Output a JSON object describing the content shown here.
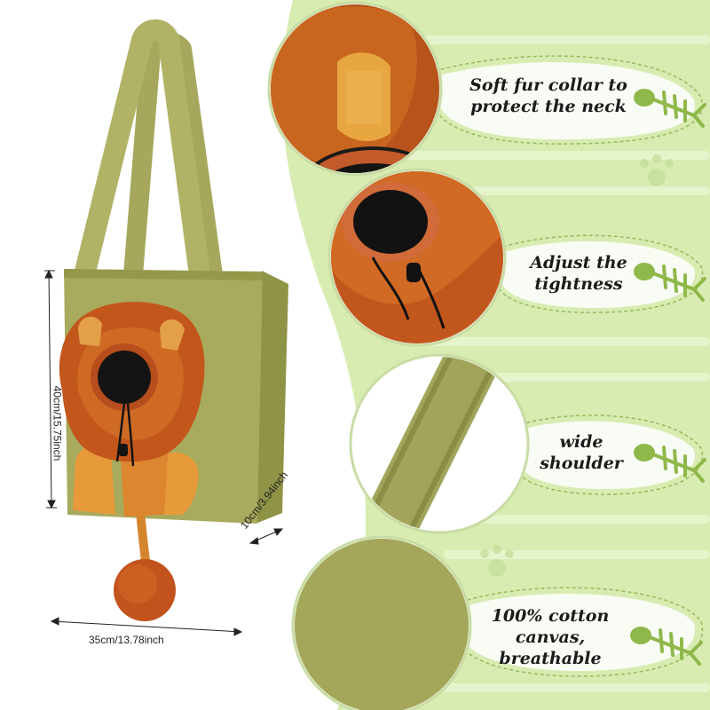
{
  "dimensions": {
    "width": "35cm/13.78inch",
    "height": "40cm/15.75inch",
    "depth": "10cm/3.94inch"
  },
  "features": [
    {
      "line1": "Soft fur collar to",
      "line2": "protect the neck",
      "line3": ""
    },
    {
      "line1": "Adjust the",
      "line2": "tightness",
      "line3": ""
    },
    {
      "line1": "wide",
      "line2": "shoulder",
      "line3": ""
    },
    {
      "line1": "100% cotton",
      "line2": "canvas,",
      "line3": "breathable"
    }
  ],
  "colors": {
    "bag": "#a3a85a",
    "bag_dark": "#8d9247",
    "fur": "#c65a1c",
    "fur_light": "#e39a3c",
    "background_green": "#d7ecb0",
    "fish_icon": "#8fb84a"
  },
  "icons": [
    "fish-bone-icon",
    "paw-print-icon"
  ]
}
